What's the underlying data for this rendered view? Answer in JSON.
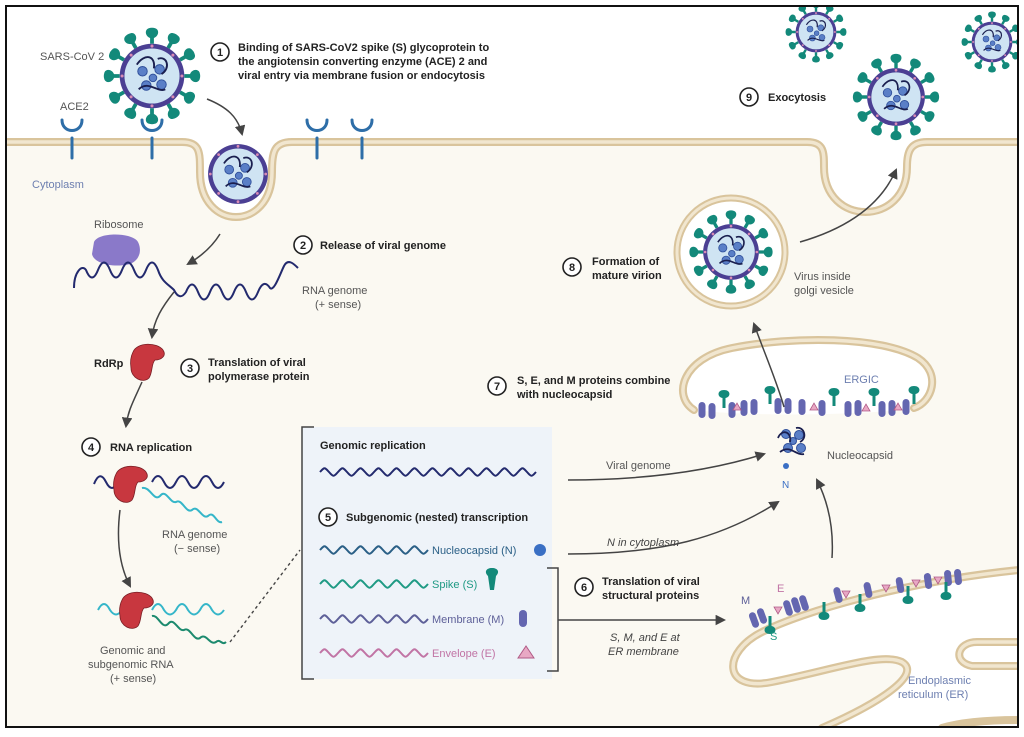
{
  "diagram": {
    "title": "SARS-CoV-2 replication cycle",
    "colors": {
      "cytoplasm": "#fbf9f2",
      "membrane": "#d9c49c",
      "spike": "#13897a",
      "membrane_protein": "#6466b0",
      "envelope": "#d98bb5",
      "rdrp": "#c8373f",
      "ribosome": "#8a79c9",
      "rna_plus": "#232a6e",
      "rna_minus": "#35b6c9",
      "ace2": "#2e6ea8",
      "nucleocapsid": "#3a6fc4",
      "panel_bg": "#eef3f9"
    },
    "labels": {
      "virus": "SARS-CoV 2",
      "ace2": "ACE2",
      "cytoplasm": "Cytoplasm",
      "ribosome": "Ribosome",
      "rna_genome_plus_1": "RNA genome",
      "rna_genome_plus_2": "(+ sense)",
      "rdrp": "RdRp",
      "rna_genome_minus_1": "RNA genome",
      "rna_genome_minus_2": "(− sense)",
      "genomic_sub_1": "Genomic and",
      "genomic_sub_2": "subgenomic RNA",
      "genomic_sub_3": "(+ sense)",
      "genomic_replication": "Genomic replication",
      "viral_genome": "Viral genome",
      "n_in_cytoplasm": "N in cytoplasm",
      "s_m_e_er_1": "S, M, and E at",
      "s_m_e_er_2": "ER membrane",
      "ergic": "ERGIC",
      "nucleocapsid": "Nucleocapsid",
      "n_marker": "N",
      "virus_golgi_1": "Virus inside",
      "virus_golgi_2": "golgi vesicle",
      "er_1": "Endoplasmic",
      "er_2": "reticulum (ER)",
      "er_m": "M",
      "er_e": "E",
      "er_s": "S"
    },
    "steps": [
      {
        "num": "1",
        "lines": [
          "Binding of SARS-CoV2 spike (S) glycoprotein to",
          "the angiotensin converting enzyme (ACE) 2 and",
          "viral entry via membrane fusion or endocytosis"
        ]
      },
      {
        "num": "2",
        "lines": [
          "Release of viral genome"
        ]
      },
      {
        "num": "3",
        "lines": [
          "Translation of viral",
          "polymerase protein"
        ]
      },
      {
        "num": "4",
        "lines": [
          "RNA replication"
        ]
      },
      {
        "num": "5",
        "lines": [
          "Subgenomic (nested) transcription"
        ]
      },
      {
        "num": "6",
        "lines": [
          "Translation of viral",
          "structural proteins"
        ]
      },
      {
        "num": "7",
        "lines": [
          "S, E, and M proteins combine",
          "with nucleocapsid"
        ]
      },
      {
        "num": "8",
        "lines": [
          "Formation of",
          "mature virion"
        ]
      },
      {
        "num": "9",
        "lines": [
          "Exocytosis"
        ]
      }
    ],
    "transcripts": [
      {
        "name": "Nucleocapsid (N)",
        "icon": "nucleocapsid-protein-icon",
        "color": "#2a5f86"
      },
      {
        "name": "Spike (S)",
        "icon": "spike-protein-icon",
        "color": "#1f9a84"
      },
      {
        "name": "Membrane (M)",
        "icon": "membrane-protein-icon",
        "color": "#5d5f98"
      },
      {
        "name": "Envelope (E)",
        "icon": "envelope-protein-icon",
        "color": "#c174a5"
      }
    ]
  }
}
